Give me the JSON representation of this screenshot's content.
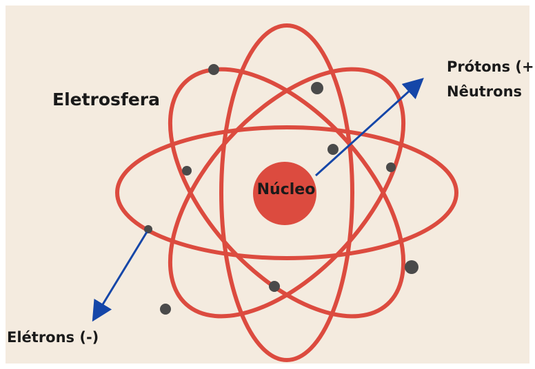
{
  "labels": {
    "electrosphere": "Eletrosfera",
    "nucleus": "Núcleo",
    "protons": "Prótons (+)",
    "neutrons": "Nêutrons",
    "electrons": "Elétrons (-)"
  },
  "colors": {
    "background": "#f4ebdf",
    "orbit": "#dc4b3f",
    "nucleus": "#dc4b3f",
    "electron": "#4a4a4a",
    "arrow": "#1546a8"
  }
}
